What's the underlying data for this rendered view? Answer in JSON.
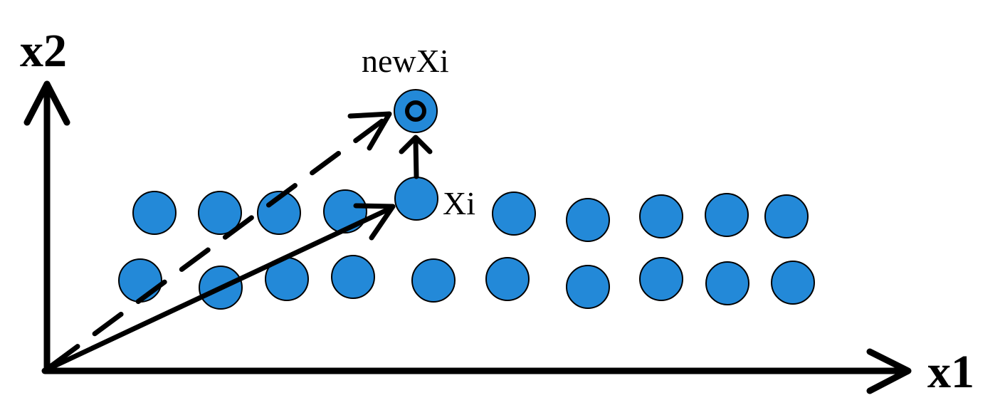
{
  "axes": {
    "x_label": "x1",
    "y_label": "x2"
  },
  "labels": {
    "current_point": "Xi",
    "new_point": "newXi"
  },
  "colors": {
    "dot_fill": "#2389d8",
    "stroke": "#000000"
  }
}
